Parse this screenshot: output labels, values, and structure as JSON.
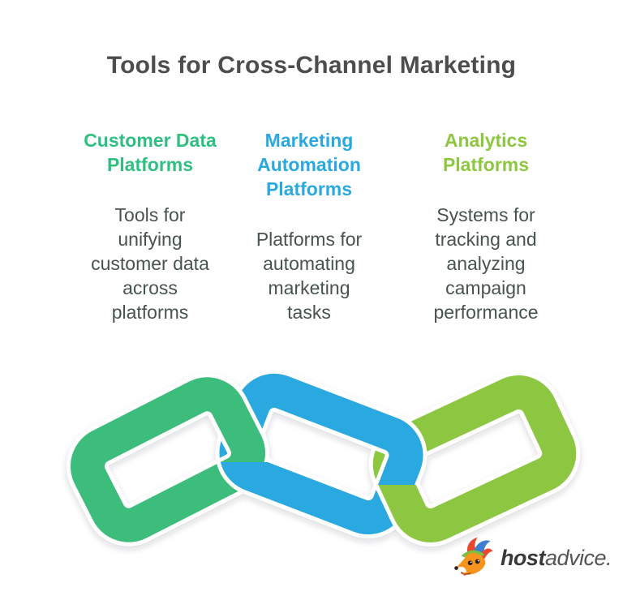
{
  "title": "Tools for Cross-Channel Marketing",
  "columns": [
    {
      "heading": "Customer Data\nPlatforms",
      "description": "Tools for\nunifying\ncustomer data\nacross\nplatforms",
      "color": "#2ebf81"
    },
    {
      "heading": "Marketing\nAutomation\nPlatforms",
      "description": "Platforms for\nautomating\nmarketing\ntasks",
      "color": "#29a9e0"
    },
    {
      "heading": "Analytics\nPlatforms",
      "description": "Systems for\ntracking and\nanalyzing\ncampaign\nperformance",
      "color": "#8dc63f"
    }
  ],
  "illustration": {
    "name": "three-interlocked-chain-links",
    "left_link_color": "#3ebd7c",
    "middle_link_color": "#29a9e0",
    "right_link_color": "#8dc63f"
  },
  "logo": {
    "icon": "fox-mascot-icon",
    "text_bold": "host",
    "text_light": "advice.",
    "bold_color": "#383838",
    "light_color": "#555555"
  },
  "text_colors": {
    "title": "#4d4d4d",
    "body": "#47534d"
  }
}
